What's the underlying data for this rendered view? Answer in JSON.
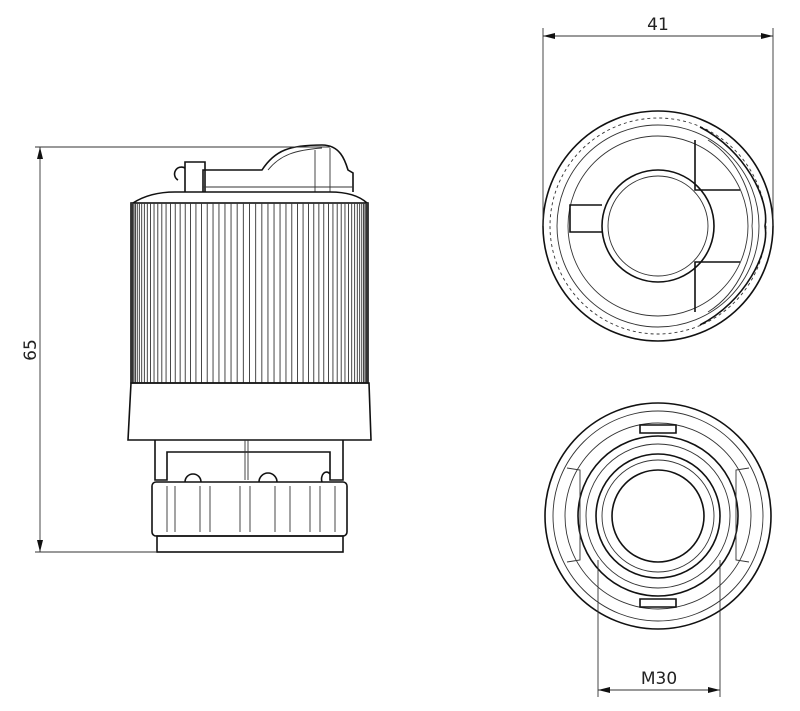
{
  "dimensions": {
    "width_top_view": "41",
    "height_side_view": "65",
    "thread_bottom_view": "M30"
  },
  "colors": {
    "line": "#111111",
    "background": "#ffffff"
  }
}
